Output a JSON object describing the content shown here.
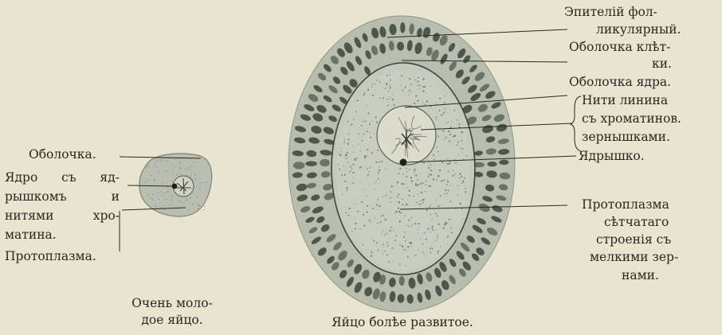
{
  "figure": {
    "left_cell": {
      "labels": {
        "membrane_a": "Оболочка.",
        "nucleus_line1": "Ядро съ яд-",
        "nucleus_line2": "рышкомъ и",
        "nucleus_line3": "нитями хро-",
        "nucleus_line4": "матина.",
        "protoplasm": "Протоплазма."
      },
      "caption_line1": "Очень моло-",
      "caption_line2": "дое яйцо."
    },
    "right_cell": {
      "labels": {
        "epithelium_line1": "Эпителiй фол-",
        "epithelium_line2": "ликулярный.",
        "cell_membrane_line1": "Оболочка клѣт-",
        "cell_membrane_line2": "ки.",
        "nuclear_membrane": "Оболочка ядра.",
        "linin_line1": "Нити линина",
        "linin_line2": "съ хроматинов.",
        "linin_line3": "зернышками.",
        "nucleolus": "Ядрышко.",
        "protoplasm_line1": "Протоплазма",
        "protoplasm_line2": "сѣтчатаго",
        "protoplasm_line3": "строенiя съ",
        "protoplasm_line4": "мелкими зер-",
        "protoplasm_line5": "нами."
      },
      "caption": "Яйцо болѣе развитое."
    }
  },
  "colors": {
    "paper": "#e9e4cf",
    "ink": "#2b2620",
    "cytoplasm": "#c2c7b9",
    "epithelium_fill": "#b3baa9",
    "nucleus_dark": "#4a5248"
  }
}
